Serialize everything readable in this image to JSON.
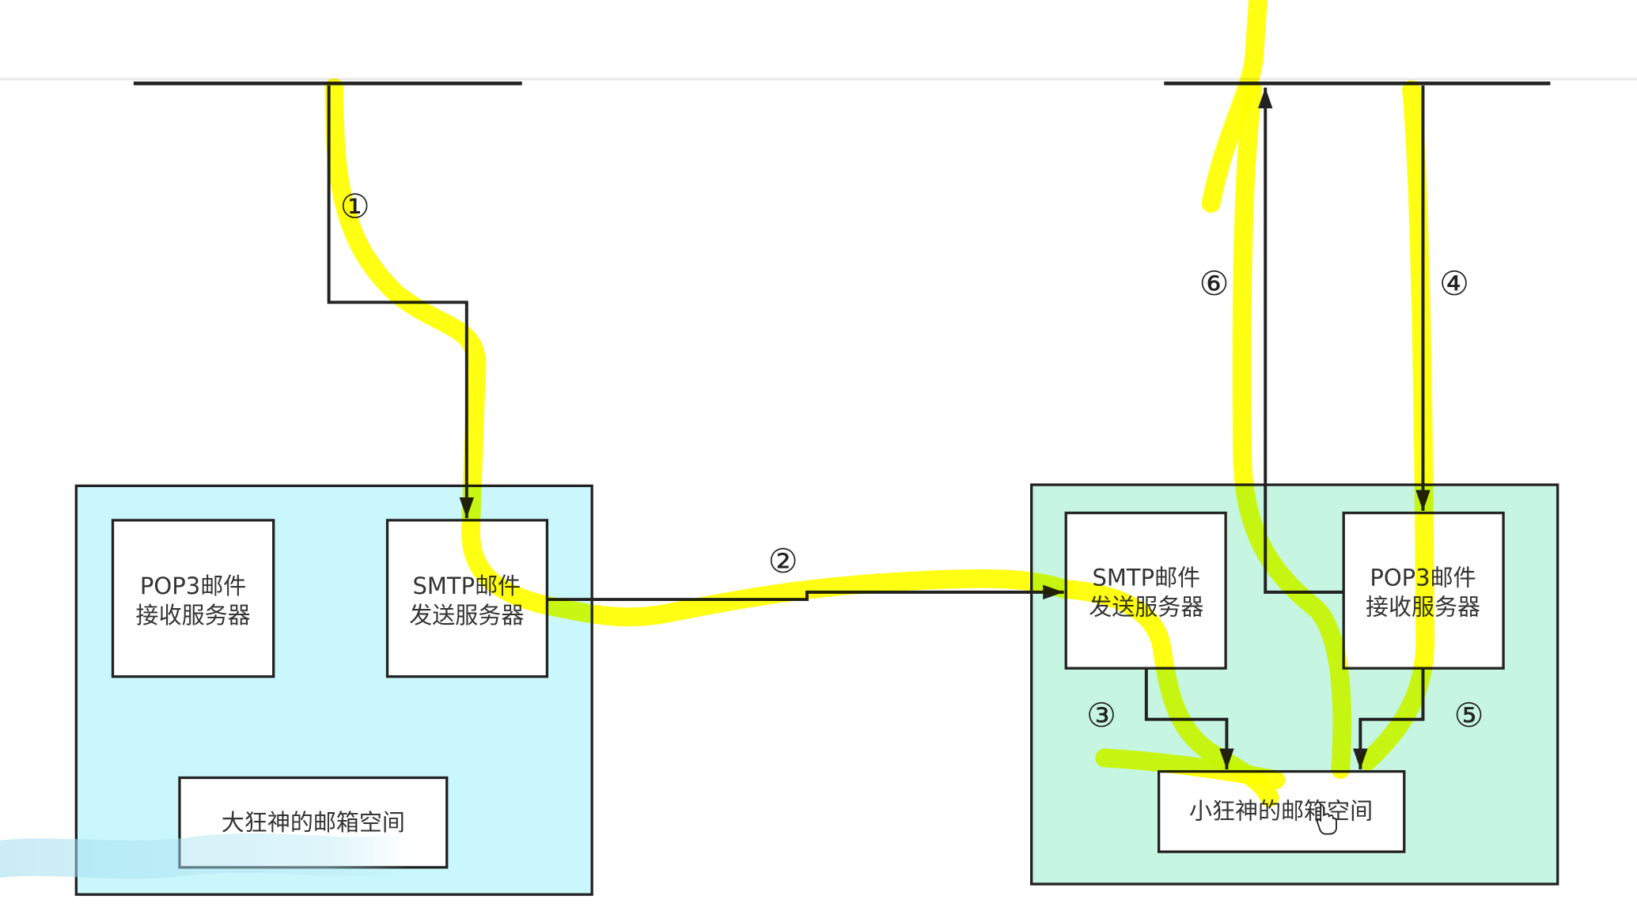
{
  "colors": {
    "left_server_fill": "#c9f7fc",
    "right_server_fill": "#c6f5e1",
    "highlight": "#ffff00",
    "line": "#222222"
  },
  "left_server": {
    "pop3": {
      "line1": "POP3邮件",
      "line2": "接收服务器"
    },
    "smtp": {
      "line1": "SMTP邮件",
      "line2": "发送服务器"
    },
    "mailbox": "大狂神的邮箱空间"
  },
  "right_server": {
    "smtp": {
      "line1": "SMTP邮件",
      "line2": "发送服务器"
    },
    "pop3": {
      "line1": "POP3邮件",
      "line2": "接收服务器"
    },
    "mailbox": "小狂神的邮箱空间"
  },
  "steps": {
    "s1": "①",
    "s2": "②",
    "s3": "③",
    "s4": "④",
    "s5": "⑤",
    "s6": "⑥"
  }
}
